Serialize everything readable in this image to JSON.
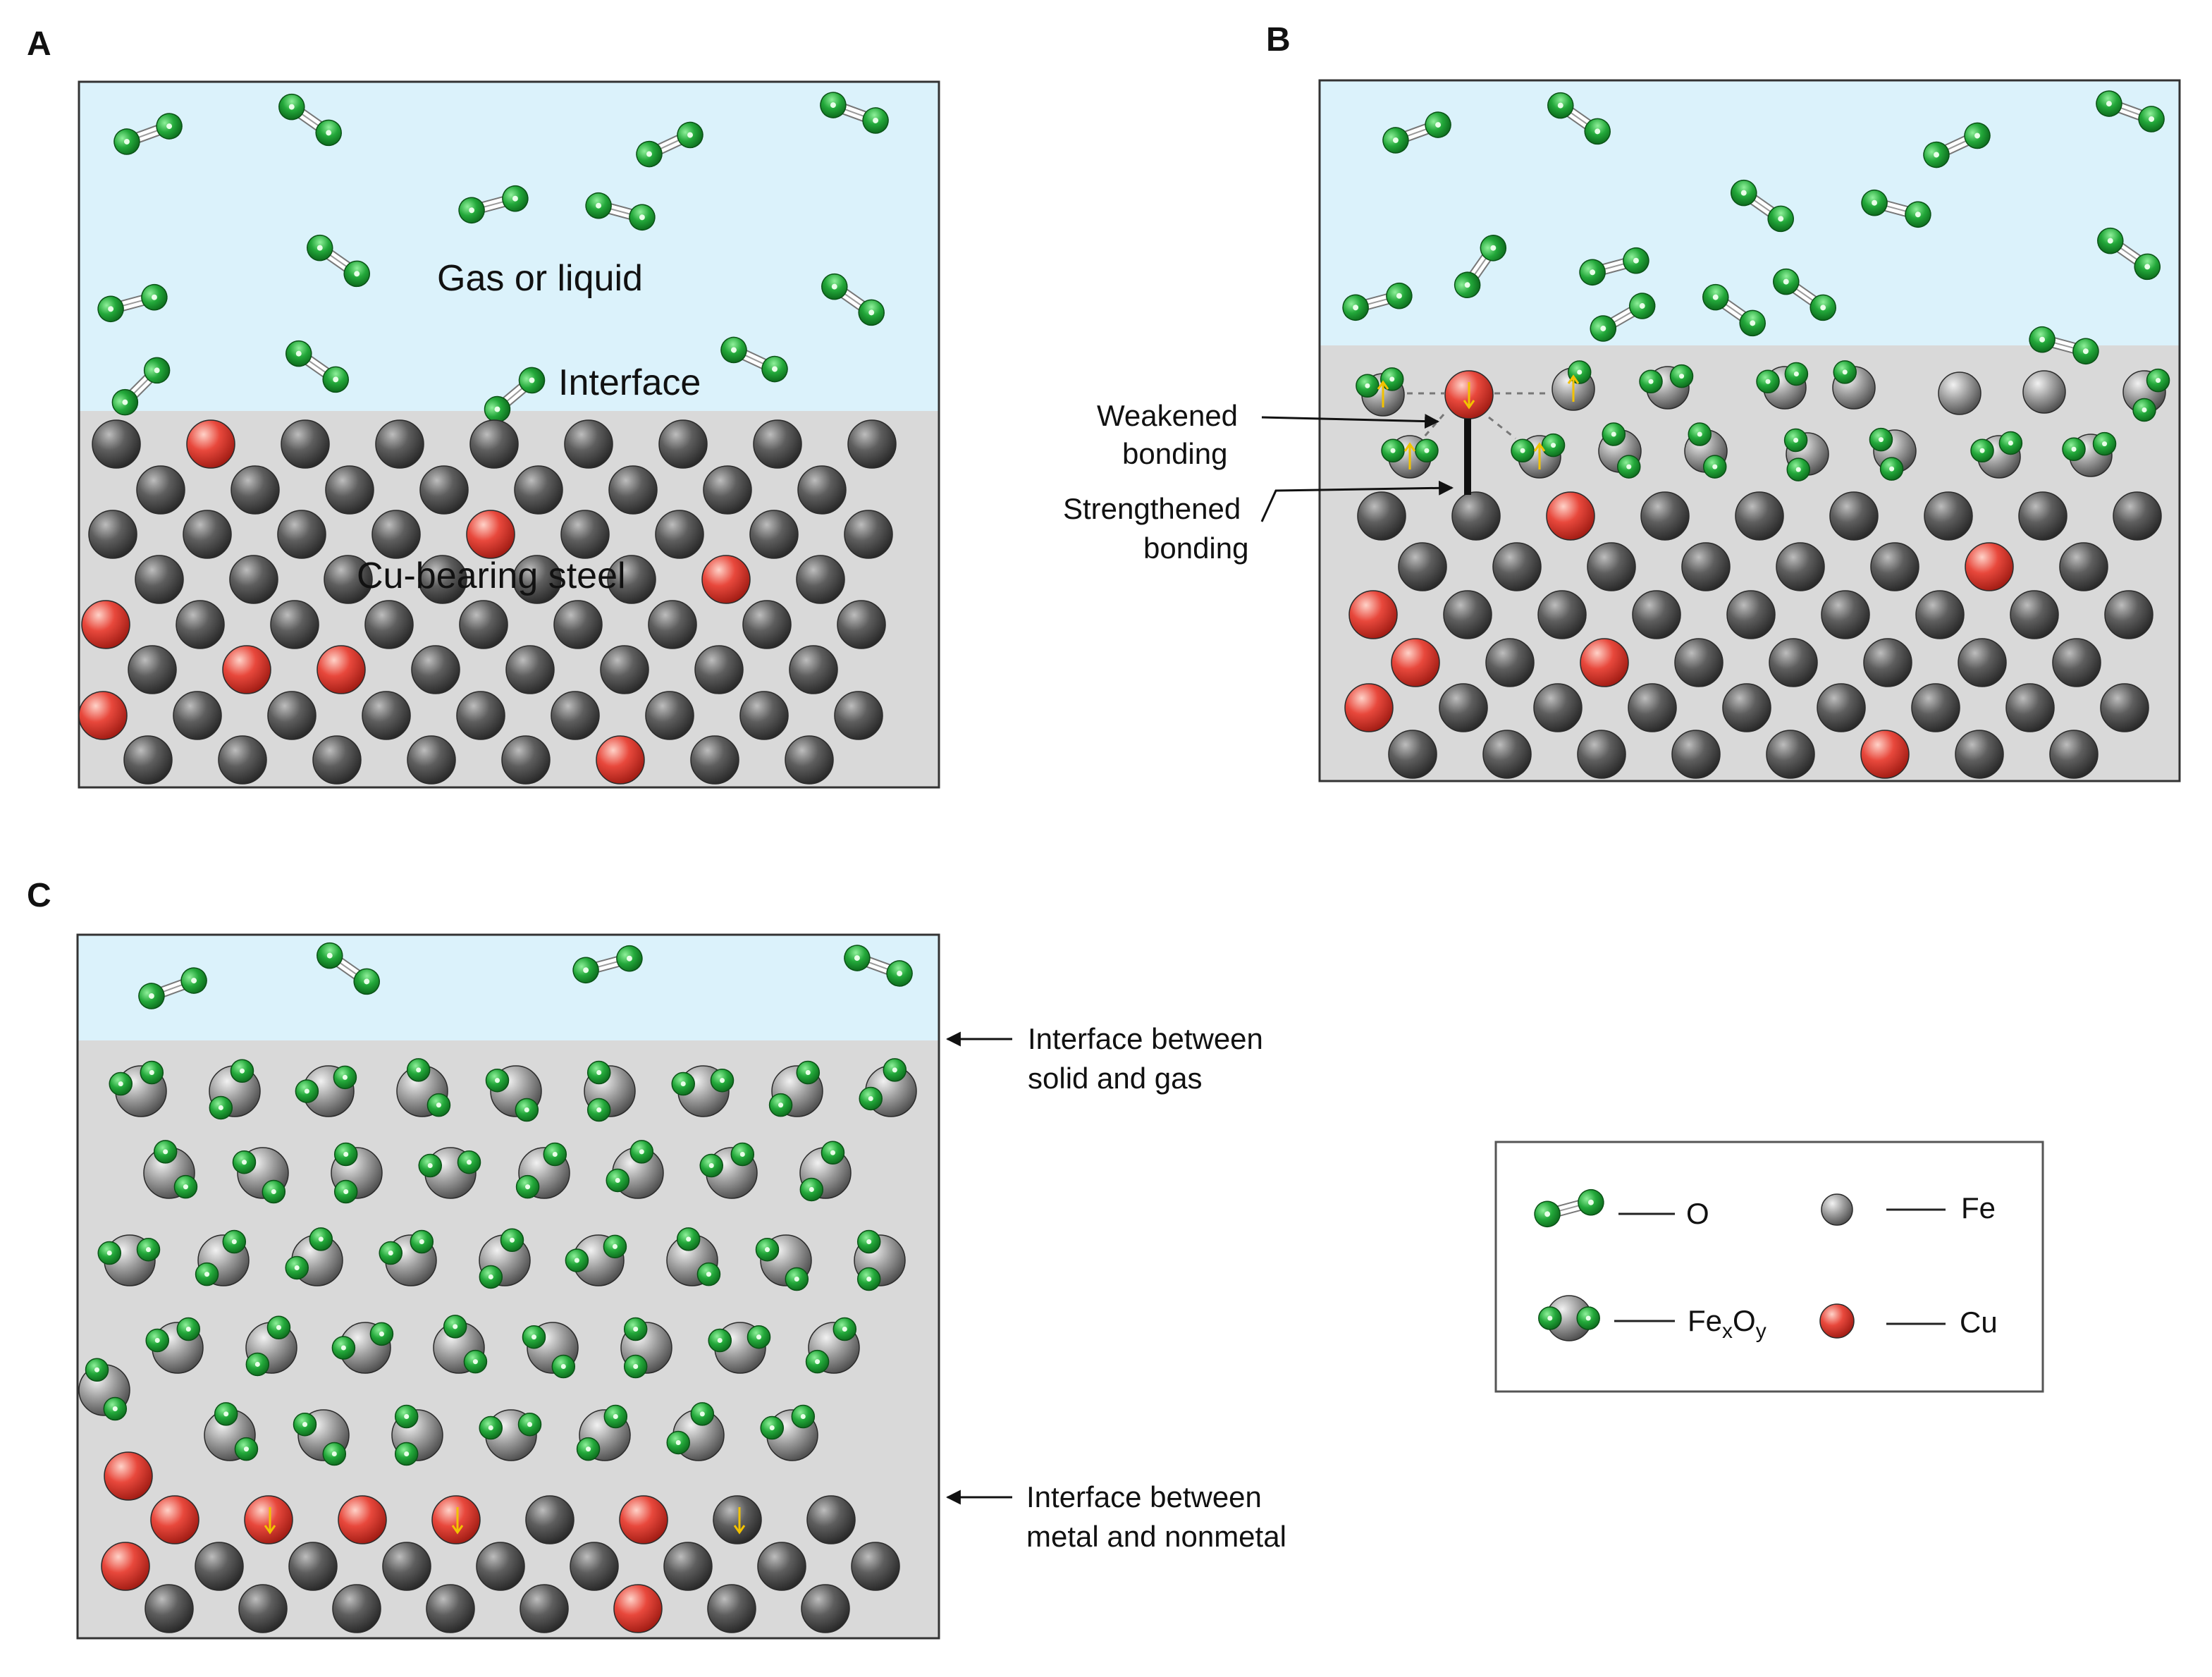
{
  "panels": {
    "a": {
      "label": "A",
      "gas_label": "Gas or liquid",
      "interface_label": "Interface",
      "steel_label": "Cu-bearing steel"
    },
    "b": {
      "label": "B",
      "weakened_label": [
        "Weakened",
        "bonding"
      ],
      "strengthened_label": [
        "Strengthened",
        "bonding"
      ]
    },
    "c": {
      "label": "C",
      "interface_solid_gas": [
        "Interface between",
        "solid and gas"
      ],
      "interface_metal_nonmetal": [
        "Interface between",
        "metal and nonmetal"
      ]
    }
  },
  "legend": {
    "o": "O",
    "fe": "Fe",
    "fexoy": {
      "base": "Fe",
      "sub1": "x",
      "mid": "O",
      "sub2": "y"
    },
    "cu": "Cu"
  },
  "colors": {
    "gas": "#dbf2fb",
    "solid": "#d9d9d9",
    "fe_atom": "#555555",
    "cu_atom": "#e0443a",
    "o_atom": "#22a33a",
    "oxide_atom": "#9a9a9a",
    "spin_arrow": "#f2c200"
  }
}
